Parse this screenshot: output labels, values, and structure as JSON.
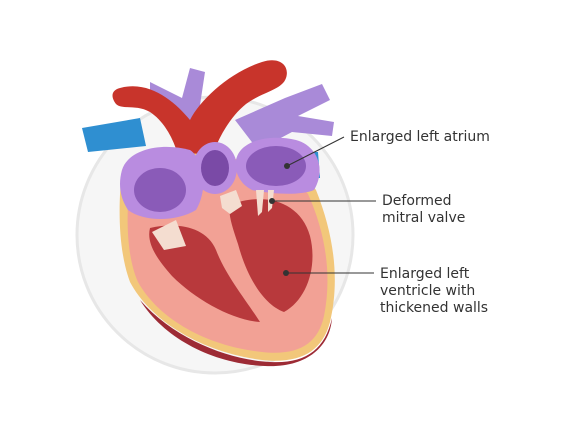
{
  "labels": {
    "atrium": "Enlarged left atrium",
    "mitral": [
      "Deformed",
      "mitral valve"
    ],
    "ventricle": [
      "Enlarged left",
      "ventricle with",
      "thickened walls"
    ]
  },
  "colors": {
    "aorta": "#c8342b",
    "pulmonary_artery": "#a98ad8",
    "vena_cava": "#2f8fd1",
    "atrium": "#b98ce0",
    "myocardium": "#f2a195",
    "ventricle_cavity": "#b8393c",
    "epicardium_fat": "#f2c77a",
    "outer_ring": "#e7e7e7"
  }
}
